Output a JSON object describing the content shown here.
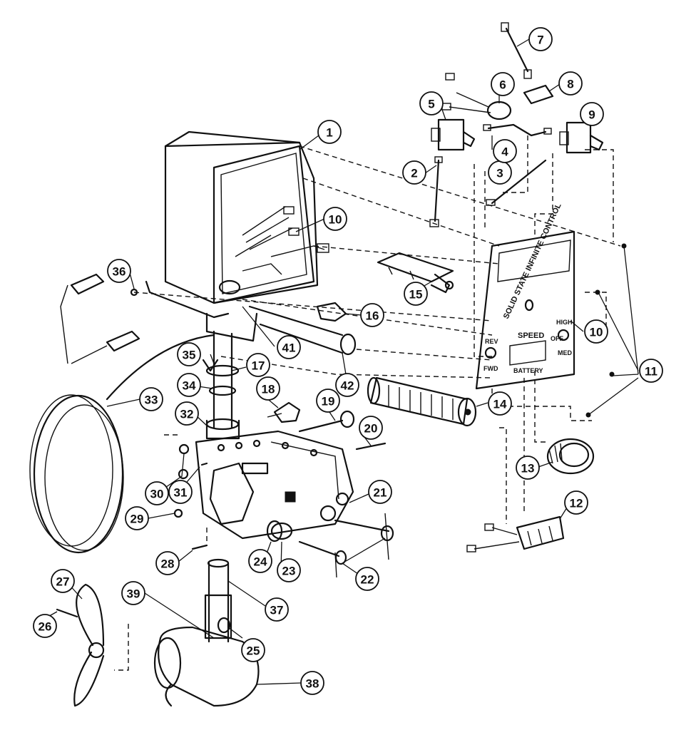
{
  "diagram": {
    "callouts": [
      "1",
      "2",
      "3",
      "4",
      "5",
      "6",
      "7",
      "8",
      "9",
      "10",
      "10",
      "11",
      "12",
      "13",
      "14",
      "15",
      "16",
      "17",
      "18",
      "19",
      "20",
      "21",
      "22",
      "23",
      "24",
      "25",
      "26",
      "27",
      "28",
      "29",
      "30",
      "31",
      "32",
      "33",
      "34",
      "35",
      "36",
      "37",
      "38",
      "39",
      "41",
      "42"
    ],
    "panel": {
      "arc_text": "SOLID STATE INFINITE CONTROL",
      "speed": "SPEED",
      "rev": "REV",
      "fwd": "FWD",
      "high": "HIGH",
      "off": "OFF",
      "med": "MED",
      "battery": "BATTERY"
    }
  }
}
